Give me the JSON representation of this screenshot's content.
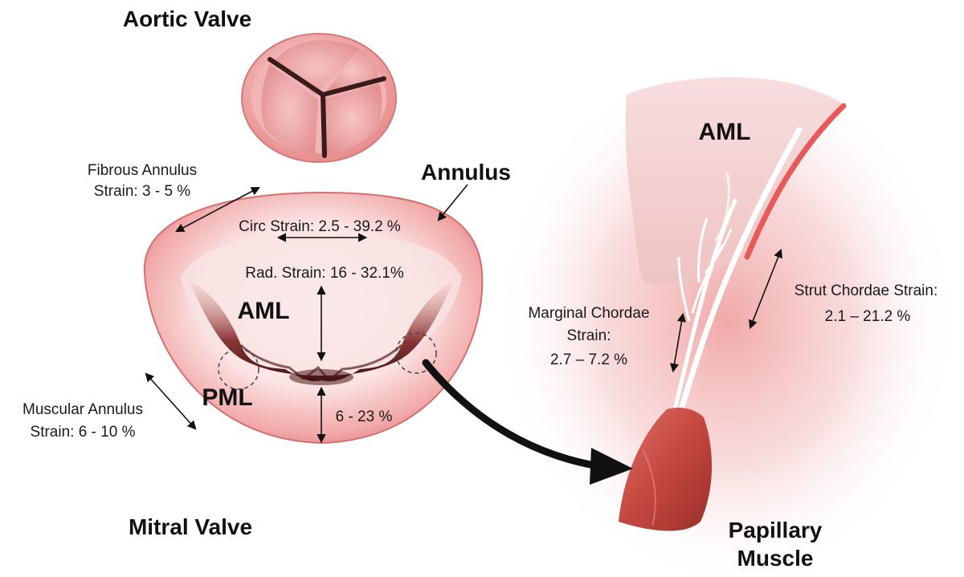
{
  "titles": {
    "aortic_valve": "Aortic Valve",
    "mitral_valve": "Mitral Valve",
    "annulus": "Annulus",
    "papillary_line1": "Papillary",
    "papillary_line2": "Muscle"
  },
  "leaflets": {
    "aml_mitral": "AML",
    "pml": "PML",
    "aml_chordae": "AML"
  },
  "strains": {
    "fibrous_line1": "Fibrous Annulus",
    "fibrous_line2": "Strain: 3 - 5 %",
    "circ": "Circ Strain: 2.5 - 39.2 %",
    "radial": "Rad. Strain: 16 - 32.1%",
    "pml_range": "6 - 23 %",
    "muscular_line1": "Muscular Annulus",
    "muscular_line2": "Strain: 6 - 10 %",
    "marginal_line1": "Marginal Chordae",
    "marginal_line2": "Strain:",
    "marginal_line3": "2.7 – 7.2 %",
    "strut_line1": "Strut Chordae Strain:",
    "strut_line2": "2.1 – 21.2 %"
  },
  "colors": {
    "tissue_light": "#f8d6d6",
    "tissue_mid": "#f0a8a8",
    "tissue_dark": "#d96a6a",
    "valve_rim": "#c85a5a",
    "orifice": "#4a1a1a",
    "papillary": "#c8504a",
    "leaflet_edge": "#e85a5a",
    "glow": "#f2b8b8",
    "arrow": "#111111"
  }
}
